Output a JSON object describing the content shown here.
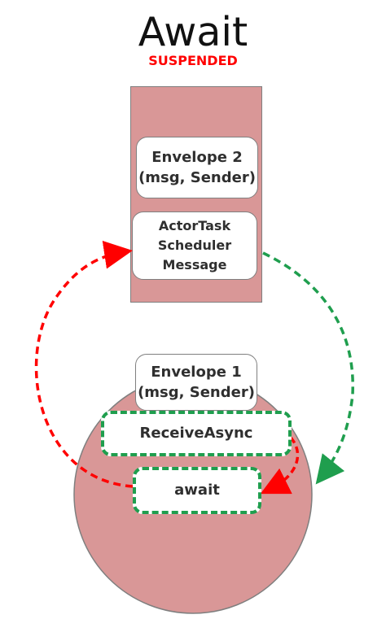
{
  "diagram": {
    "title": "Await",
    "status": "SUSPENDED",
    "mailbox": {
      "title": "Mailbox",
      "envelope": {
        "line1": "Envelope 2",
        "line2": "(msg, Sender)"
      },
      "scheduler_message": {
        "line1": "ActorTask",
        "line2": "Scheduler",
        "line3": "Message"
      }
    },
    "actor": {
      "envelope": {
        "line1": "Envelope 1",
        "line2": "(msg, Sender)"
      },
      "receive_async": "ReceiveAsync",
      "await": "await"
    },
    "colors": {
      "mailbox_fill": "#d99797",
      "actor_fill": "#d99797",
      "outline": "#7f7f7f",
      "red_arrow": "#ff0000",
      "green_arrow": "#1f9e4e",
      "status": "#ff0000"
    }
  }
}
